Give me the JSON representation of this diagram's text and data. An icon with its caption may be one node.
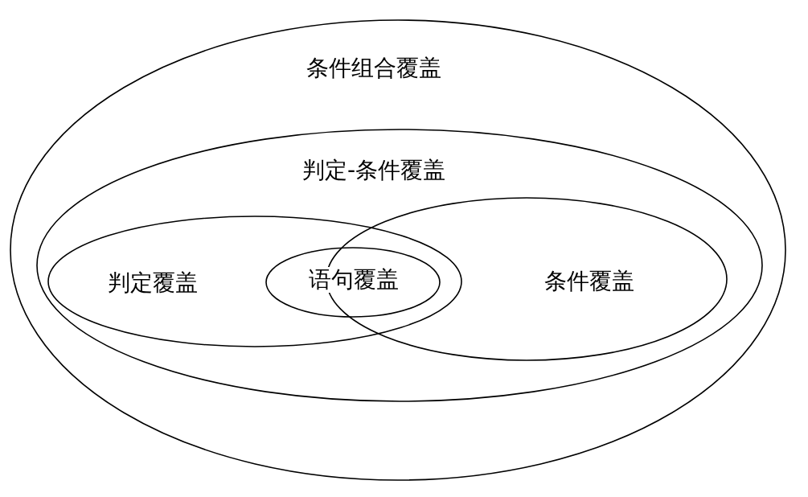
{
  "diagram": {
    "nodes": [
      {
        "text": [
          "条件组合覆盖"
        ]
      },
      {
        "text": [
          "判定-条件覆盖"
        ],
        "in": 0
      },
      {
        "text": [
          "判定覆盖"
        ],
        "in": 1
      },
      {
        "text": [
          "语句覆盖"
        ],
        "in": 2
      },
      {
        "text": [
          "条件覆盖"
        ],
        "in": 1
      }
    ]
  }
}
